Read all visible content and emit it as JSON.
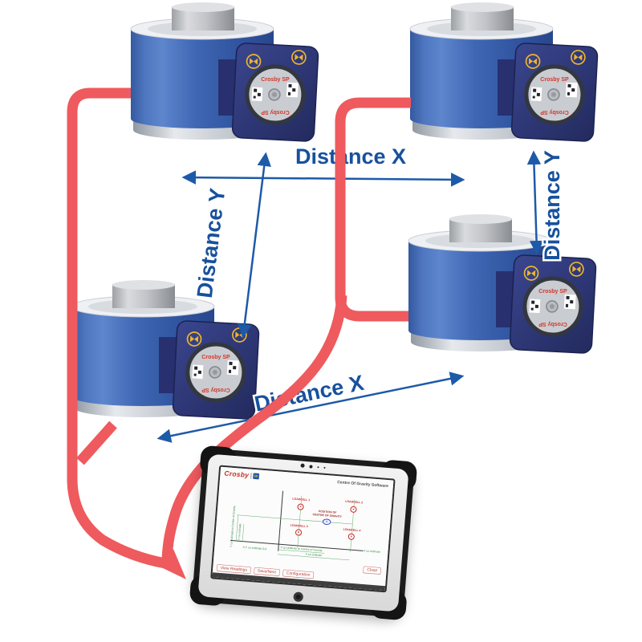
{
  "scene": {
    "labels": {
      "distance_x": "Distance X",
      "distance_y": "Distance Y"
    },
    "colors": {
      "arrow_blue": "#1b549e",
      "cable_red": "#ee5a5e",
      "loadcell_blue": "#3a63b0",
      "junction_navy": "#2b3277"
    }
  },
  "loadcell": {
    "box_label": "Crosby SP"
  },
  "tablet": {
    "logo_brand": "Crosby",
    "logo_mark": "SP",
    "title": "Centre Of Gravity Software",
    "diagram": {
      "markers": [
        {
          "label": "LOADCELL 1"
        },
        {
          "label": "LOADCELL 2"
        },
        {
          "label": "LOADCELL 3"
        },
        {
          "label": "LOADCELL 4"
        }
      ],
      "cog_line1": "POSITION OF",
      "cog_line2": "CENTRE OF GRAVITY",
      "axis_y_dim": "Y co-ordinate to Centre of Gravity",
      "axis_y": "Y co-ordinate",
      "axis_x": "X co-ordinate",
      "origin": "X,Y co-ordinate 0,0",
      "dim_x_cog": "X co-ordinate to Centre of Gravity",
      "dim_x": "X co-ordinate"
    },
    "buttons": {
      "view_readings": "View Readings",
      "save_next": "Save/Next",
      "configuration": "Configuration",
      "close": "Close"
    }
  }
}
